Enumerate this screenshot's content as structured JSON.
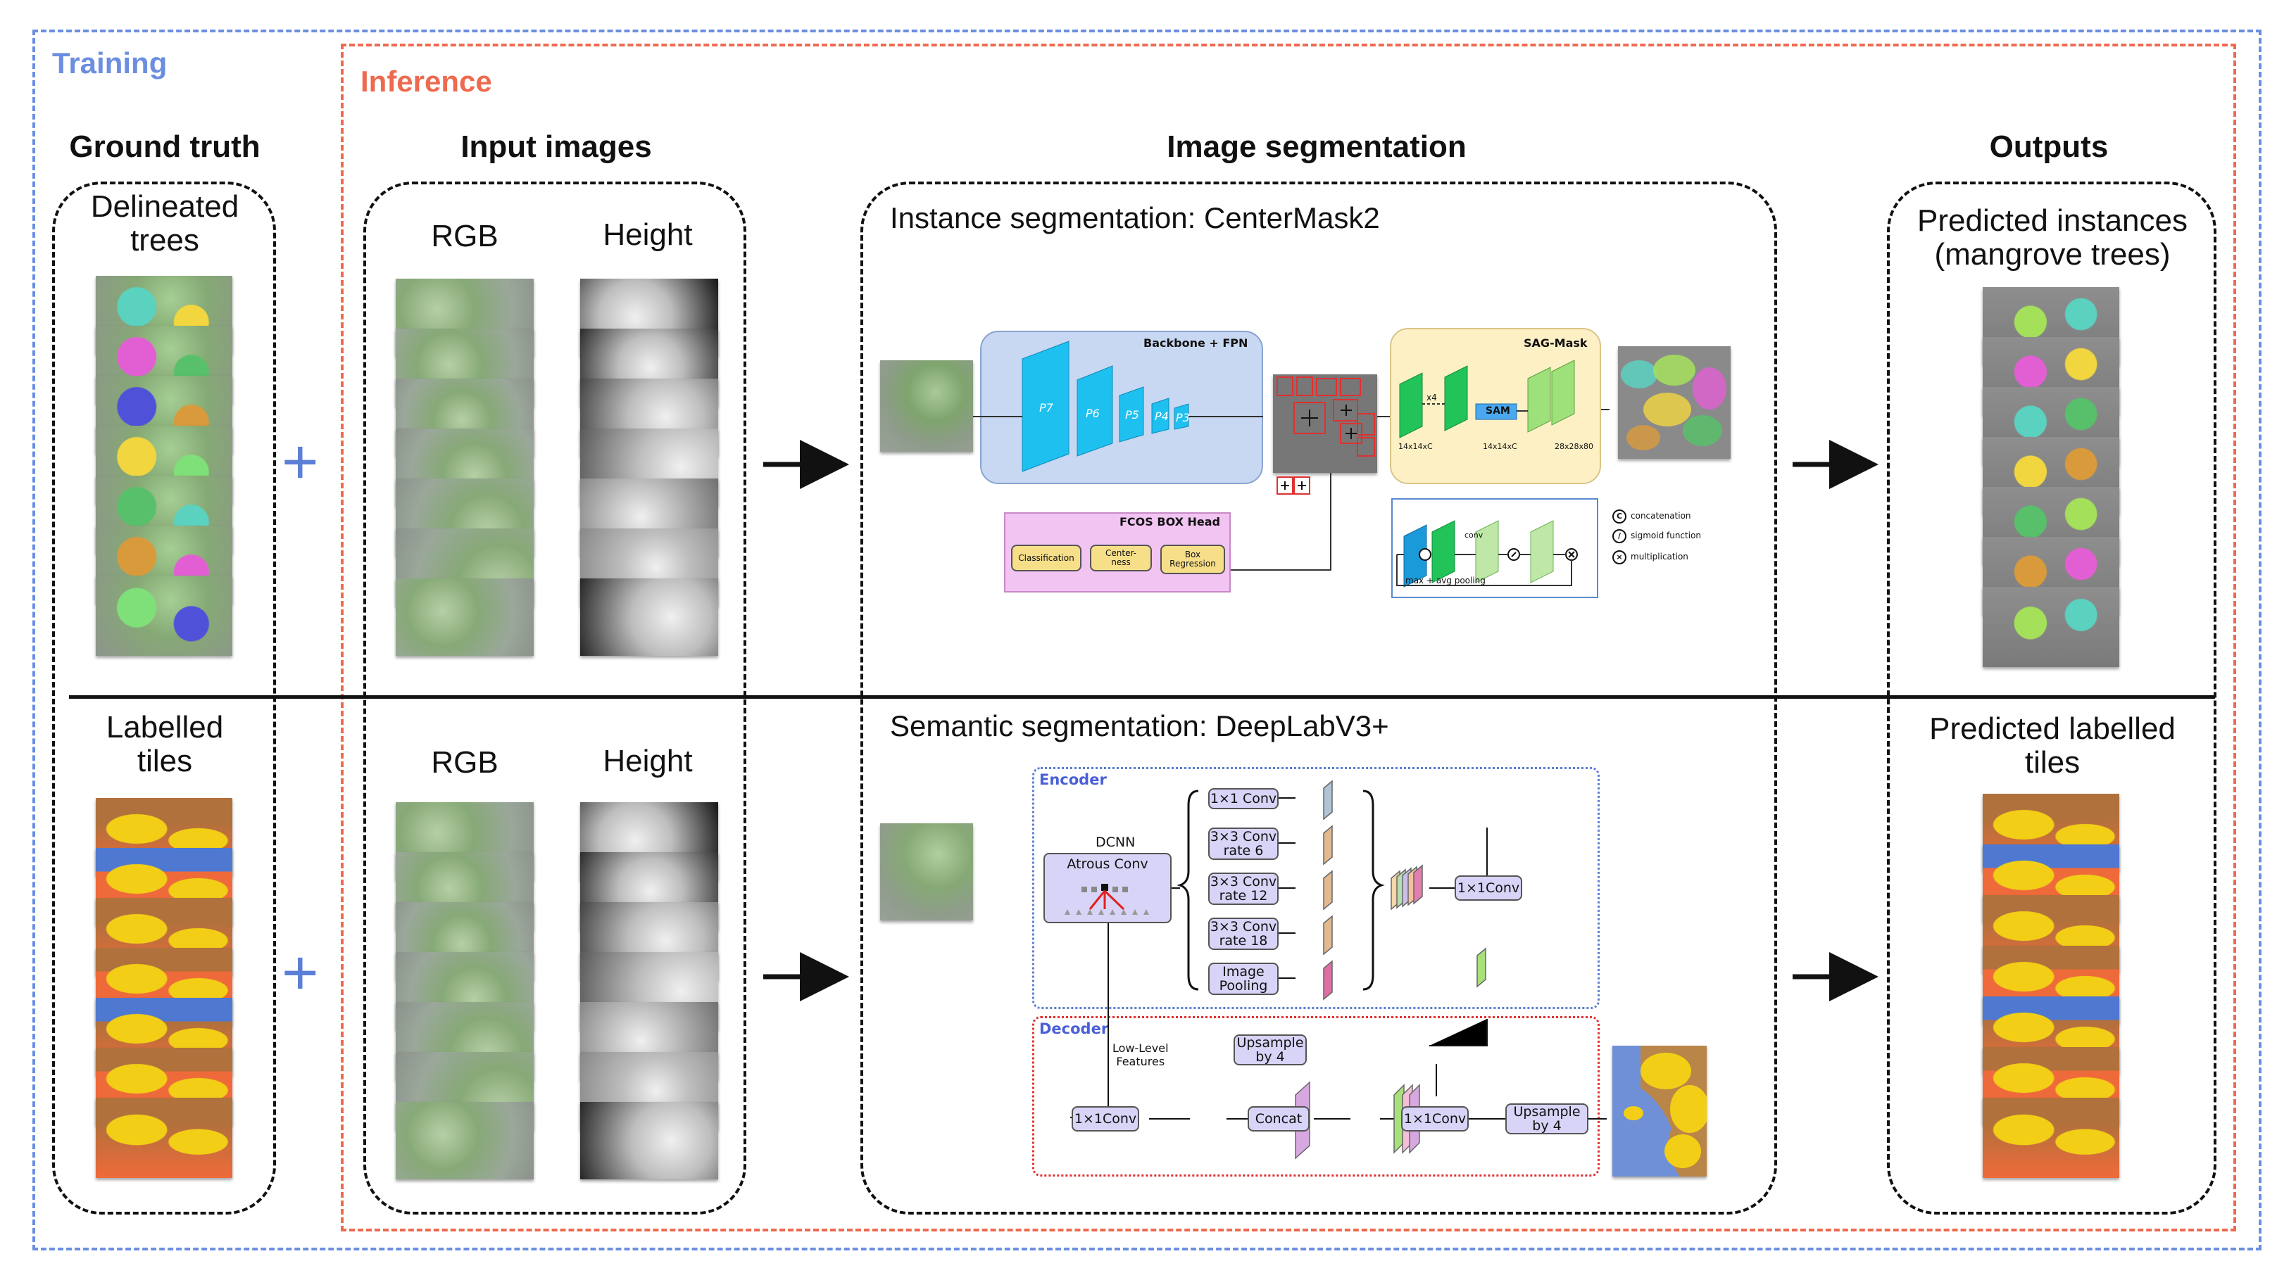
{
  "labels": {
    "training": "Training",
    "inference": "Inference"
  },
  "columns": {
    "ground_truth": "Ground truth",
    "input_images": "Input images",
    "image_segmentation": "Image segmentation",
    "outputs": "Outputs"
  },
  "ground_truth": {
    "top": "Delineated\ntrees",
    "bottom": "Labelled\ntiles"
  },
  "input_images": {
    "rgb": "RGB",
    "height": "Height"
  },
  "instance": {
    "title": "Instance segmentation: CenterMask2",
    "backbone": "Backbone + FPN",
    "levels": [
      "P7",
      "P6",
      "P5",
      "P4",
      "P3"
    ],
    "fcos_head": "FCOS BOX Head",
    "fcos_items": [
      "Classification",
      "Center-\nness",
      "Box\nRegression"
    ],
    "sag_mask": "SAG-Mask",
    "sam": "SAM",
    "dims": [
      "14x14xC",
      "14x14xC",
      "28x28x80"
    ],
    "x4": "x4",
    "conv": "conv",
    "pooling": "max + avg pooling",
    "legend": [
      "concatenation",
      "sigmoid function",
      "multiplication"
    ],
    "legend_symbols": [
      "C",
      "/",
      "×"
    ]
  },
  "semantic": {
    "title": "Semantic segmentation: DeepLabV3+",
    "encoder": "Encoder",
    "decoder": "Decoder",
    "dcnn": "DCNN",
    "atrous": "Atrous Conv",
    "branches": [
      "1×1 Conv",
      "3×3 Conv\nrate 6",
      "3×3 Conv\nrate 12",
      "3×3 Conv\nrate 18",
      "Image\nPooling"
    ],
    "enc_out": "1×1Conv",
    "low_level": "Low-Level\nFeatures",
    "upsample1": "Upsample\nby 4",
    "dec_conv1": "1×1Conv",
    "concat": "Concat",
    "dec_conv2": "1×1Conv",
    "upsample2": "Upsample\nby 4"
  },
  "outputs": {
    "top": "Predicted instances\n(mangrove trees)",
    "bottom": "Predicted labelled\ntiles"
  },
  "colors": {
    "training": "#6b8ee0",
    "inference": "#ee6a4f",
    "plus": "#5b7fd6",
    "label_orange": "#ef6a3a",
    "label_yellow": "#f2cf16",
    "label_brown": "#b0713c",
    "label_blue": "#4f78d0"
  }
}
